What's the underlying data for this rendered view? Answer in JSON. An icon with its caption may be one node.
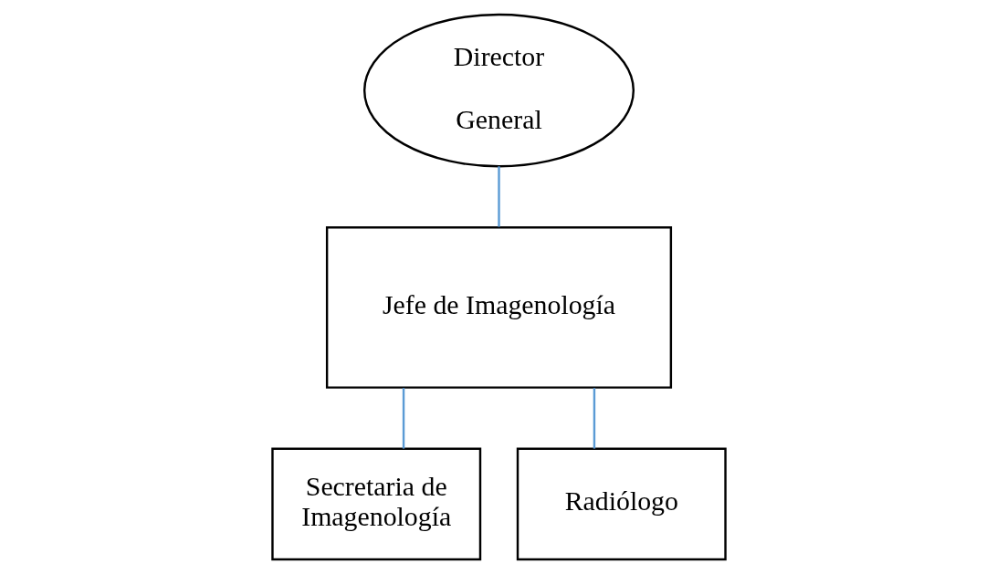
{
  "diagram": {
    "nodes": [
      {
        "text": [
          "Director General"
        ]
      },
      {
        "text": [
          "Jefe de Imagenología"
        ]
      },
      {
        "text": [
          "Secretaria de Imagenología"
        ]
      },
      {
        "text": [
          "Radiólogo"
        ]
      }
    ],
    "edges": [
      {
        "from": 0,
        "to": 1,
        "arrow": "none"
      },
      {
        "from": 1,
        "to": 2,
        "arrow": "none"
      },
      {
        "from": 1,
        "to": 3,
        "arrow": "none"
      }
    ]
  }
}
